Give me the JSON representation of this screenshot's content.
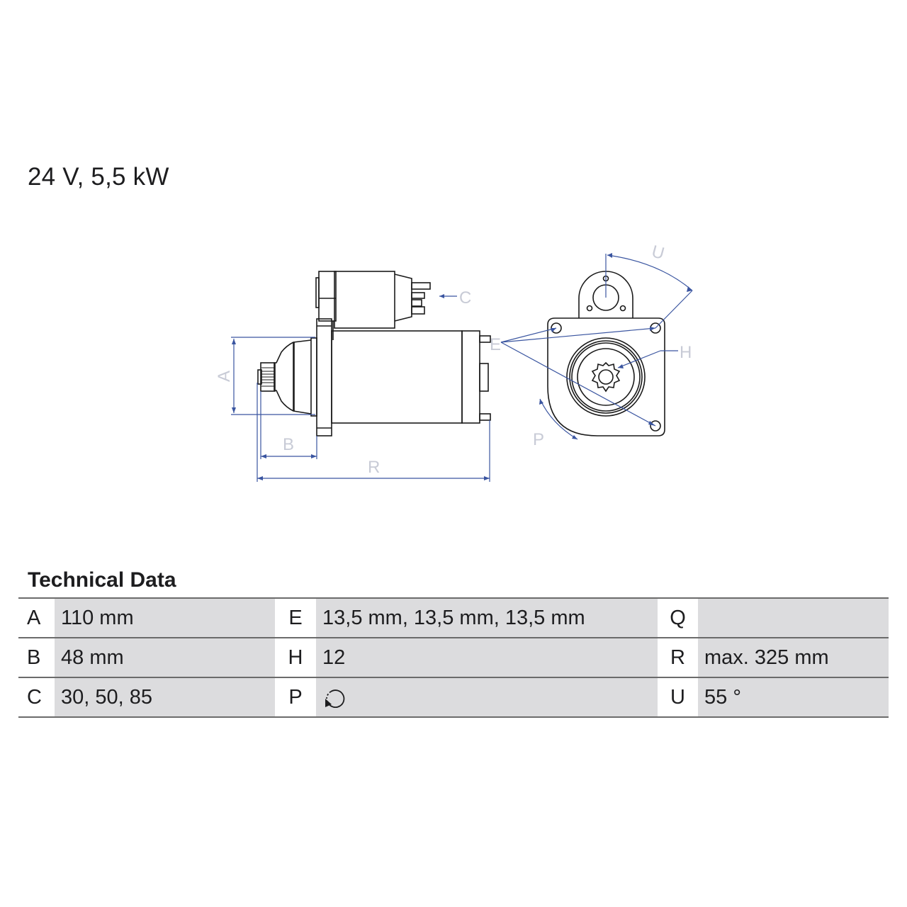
{
  "header": {
    "title": "24 V, 5,5 kW"
  },
  "drawing": {
    "side_view_labels": {
      "A": "A",
      "B": "B",
      "C": "C",
      "E": "E",
      "R": "R"
    },
    "front_view_labels": {
      "U": "U",
      "H": "H",
      "P": "P"
    },
    "colors": {
      "outline": "#1a1a1a",
      "dimension": "#3a55a0",
      "dim_label": "#c8cbd6"
    }
  },
  "technical_data": {
    "title": "Technical Data",
    "rows": [
      {
        "c1_label": "A",
        "c1_value": "110 mm",
        "c2_label": "E",
        "c2_value": "13,5 mm, 13,5 mm, 13,5 mm",
        "c3_label": "Q",
        "c3_value": ""
      },
      {
        "c1_label": "B",
        "c1_value": "48 mm",
        "c2_label": "H",
        "c2_value": "12",
        "c3_label": "R",
        "c3_value": "max. 325 mm"
      },
      {
        "c1_label": "C",
        "c1_value": "30, 50, 85",
        "c2_label": "P",
        "c2_value_icon": "counterclockwise-rotation-icon",
        "c3_label": "U",
        "c3_value": "55 °"
      }
    ]
  }
}
